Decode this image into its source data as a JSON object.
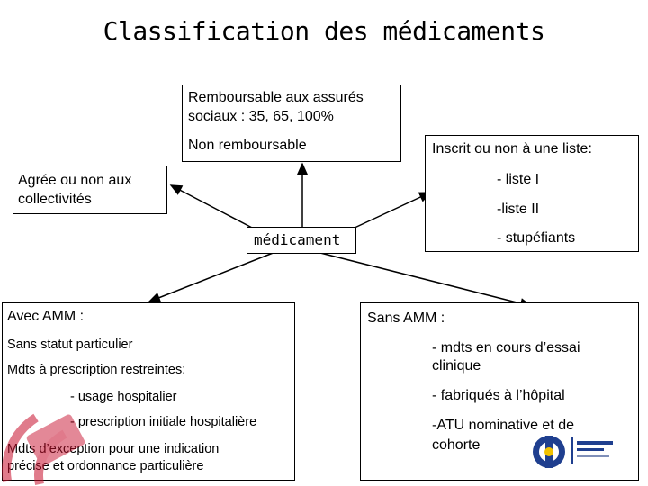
{
  "title": "Classification des médicaments",
  "center": {
    "label": "médicament"
  },
  "remboursable_box": {
    "line1": "Remboursable aux assurés",
    "line2": "sociaux : 35, 65, 100%",
    "line3": "Non remboursable"
  },
  "collectivites_box": {
    "line1": "Agrée ou non aux",
    "line2": "collectivités"
  },
  "liste_box": {
    "heading": "Inscrit ou non à une liste:",
    "items": [
      "- liste I",
      "-liste II",
      "- stupéfiants"
    ]
  },
  "avec_amm": {
    "heading": "Avec AMM :",
    "items": [
      "Sans statut particulier",
      "Mdts à prescription restreintes:",
      "- usage hospitalier",
      "- prescription initiale hospitalière",
      "Mdts d’exception pour une indication",
      "précise et ordonnance particulière"
    ]
  },
  "sans_amm": {
    "heading": "Sans AMM :",
    "items": [
      "- mdts en cours d’essai",
      "clinique",
      "- fabriqués à l’hôpital",
      "-ATU nominative et de",
      "cohorte"
    ]
  },
  "logos": {
    "left": "pole-biologie-pathologie-logo",
    "right": "universite-logo"
  },
  "colors": {
    "logo_red": "#c8102e",
    "logo_blue": "#1f3f8f"
  }
}
